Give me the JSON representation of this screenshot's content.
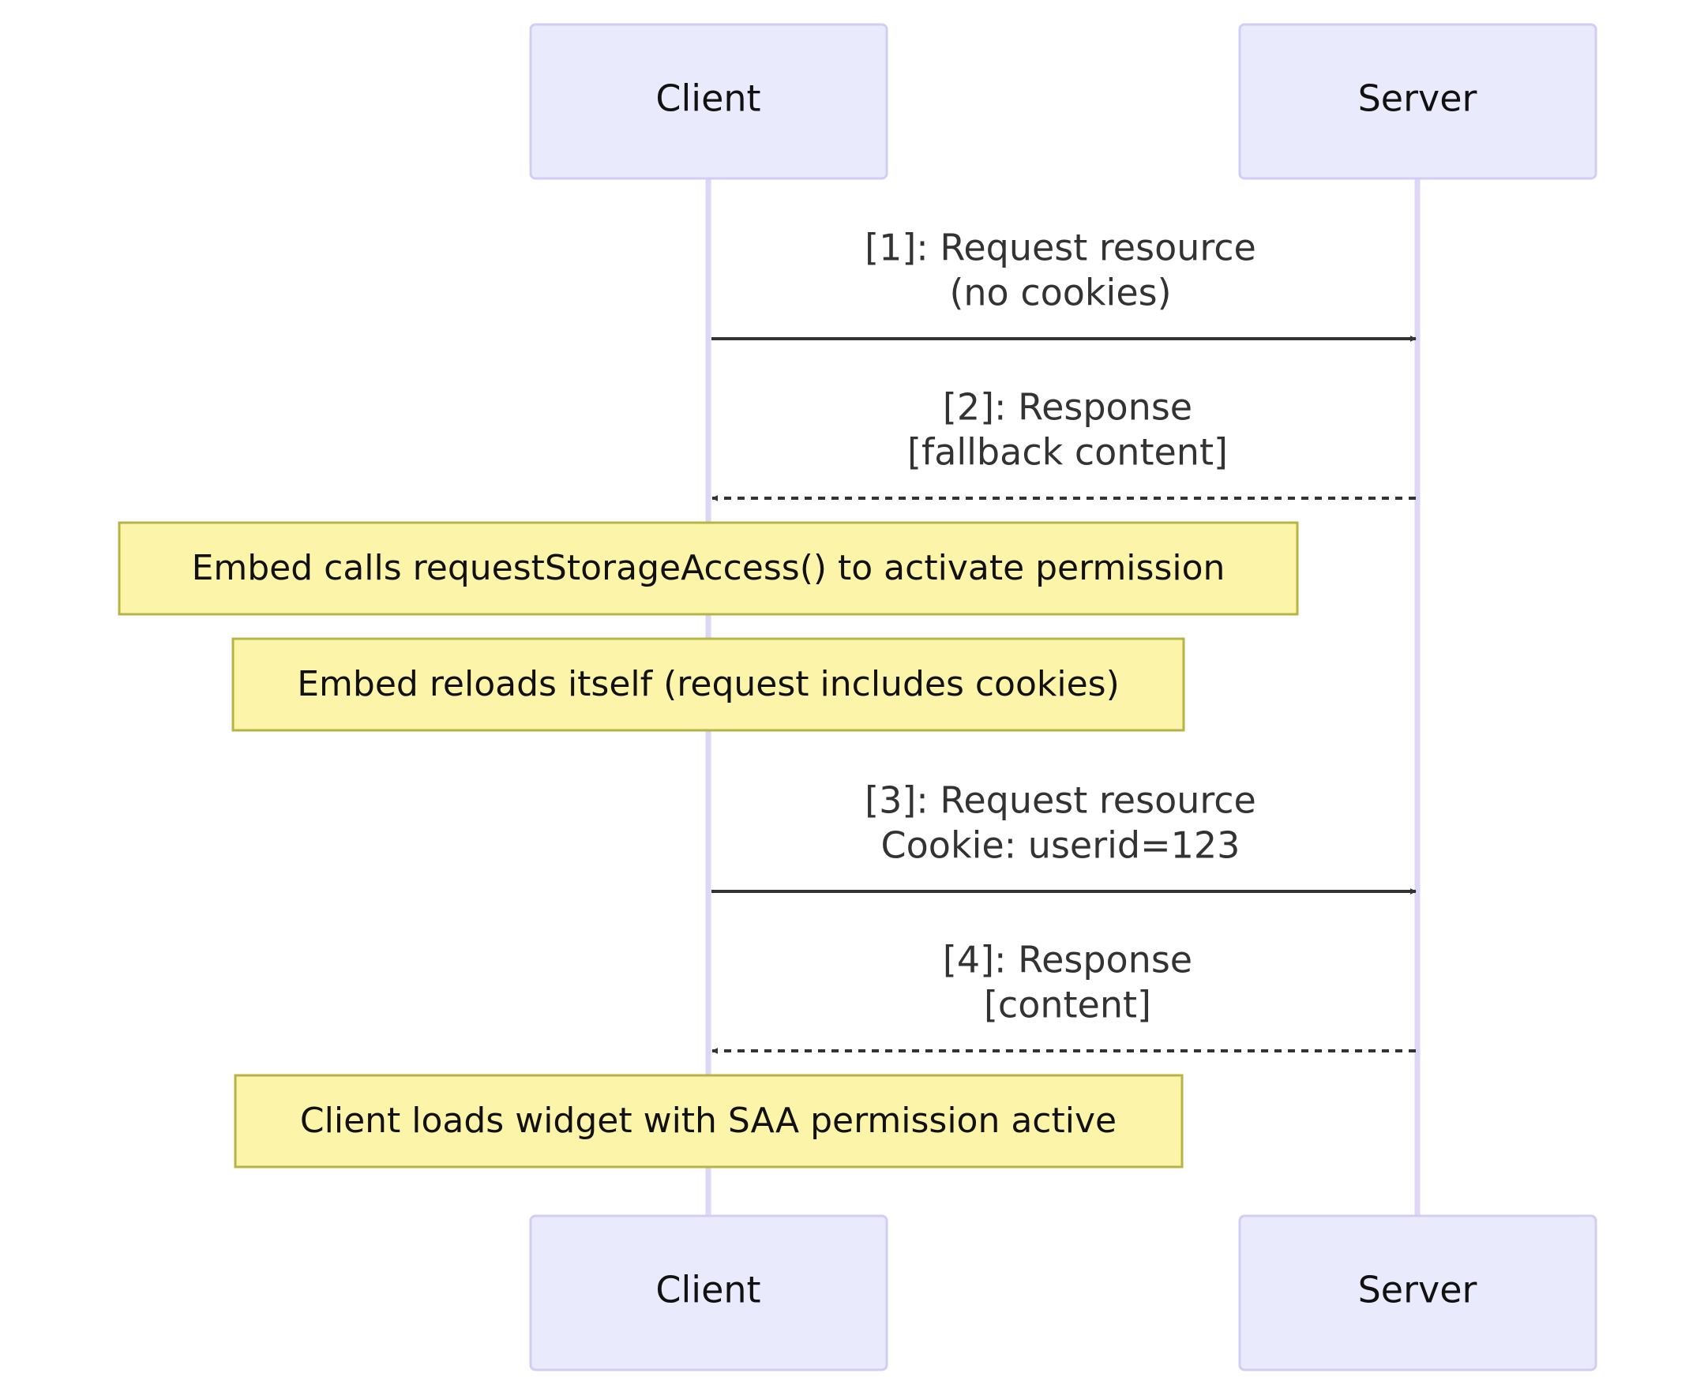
{
  "participants": [
    {
      "name": "Client"
    },
    {
      "name": "Server"
    }
  ],
  "messages": [
    {
      "line1": "[1]: Request resource",
      "line2": "(no cookies)",
      "from": "Client",
      "to": "Server",
      "style": "solid"
    },
    {
      "line1": "[2]: Response",
      "line2": "[fallback content]",
      "from": "Server",
      "to": "Client",
      "style": "dashed"
    },
    {
      "line1": "[3]: Request resource",
      "line2": "Cookie: userid=123",
      "from": "Client",
      "to": "Server",
      "style": "solid"
    },
    {
      "line1": "[4]: Response",
      "line2": "[content]",
      "from": "Server",
      "to": "Client",
      "style": "dashed"
    }
  ],
  "notes": [
    {
      "text": "Embed calls requestStorageAccess() to activate permission"
    },
    {
      "text": "Embed reloads itself (request includes cookies)"
    },
    {
      "text": "Client loads widget with SAA permission active"
    }
  ],
  "colors": {
    "actor_fill": "#eaeafd",
    "actor_border": "#d2cdf4",
    "lifeline": "#ddd6f7",
    "note_fill": "#fbf4a9",
    "note_border": "#b6b445",
    "arrow": "#333333"
  }
}
